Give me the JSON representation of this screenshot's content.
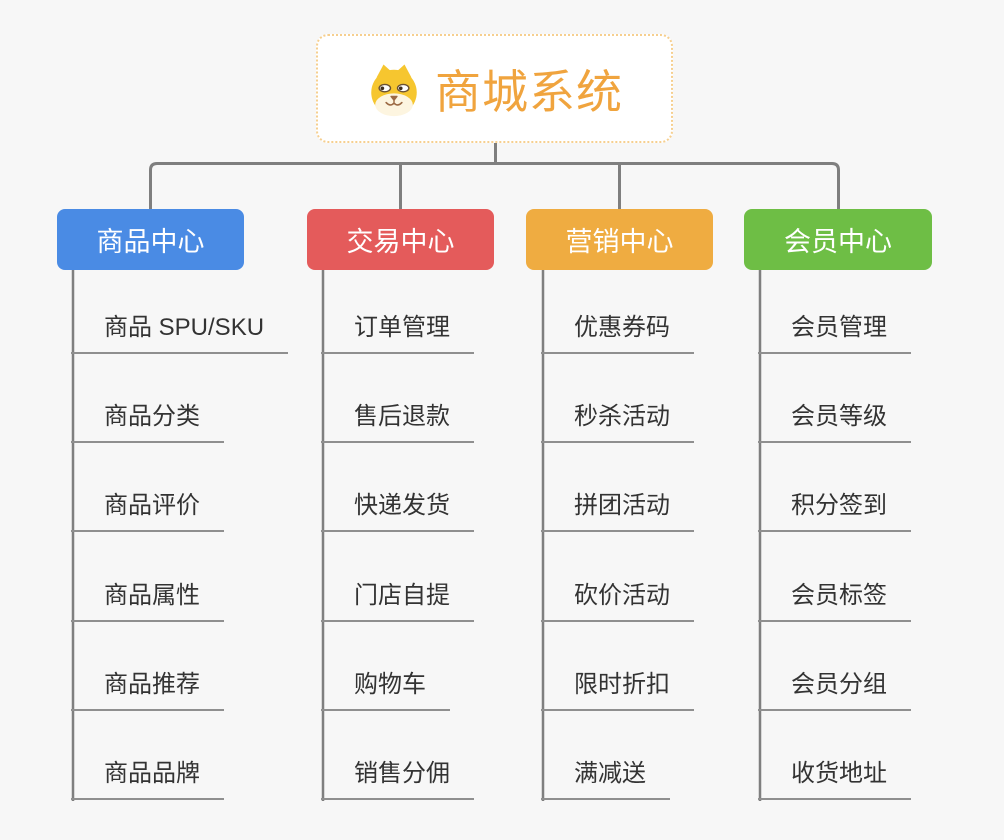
{
  "canvas": {
    "background": "#f7f7f7"
  },
  "colors": {
    "accent_orange": "#f0a43e",
    "root_border": "#f6cf8f",
    "connector": "#7f7f7f",
    "underline": "#8f8f8f",
    "item_text": "#333333"
  },
  "root": {
    "title": "商城系统",
    "icon": "dog-face-icon"
  },
  "branches": [
    {
      "label": "商品中心",
      "color": "#4a8be4",
      "items": [
        "商品 SPU/SKU",
        "商品分类",
        "商品评价",
        "商品属性",
        "商品推荐",
        "商品品牌"
      ]
    },
    {
      "label": "交易中心",
      "color": "#e45b5b",
      "items": [
        "订单管理",
        "售后退款",
        "快递发货",
        "门店自提",
        "购物车",
        "销售分佣"
      ]
    },
    {
      "label": "营销中心",
      "color": "#efac41",
      "items": [
        "优惠券码",
        "秒杀活动",
        "拼团活动",
        "砍价活动",
        "限时折扣",
        "满减送"
      ]
    },
    {
      "label": "会员中心",
      "color": "#6ebe45",
      "items": [
        "会员管理",
        "会员等级",
        "积分签到",
        "会员标签",
        "会员分组",
        "收货地址"
      ]
    }
  ]
}
